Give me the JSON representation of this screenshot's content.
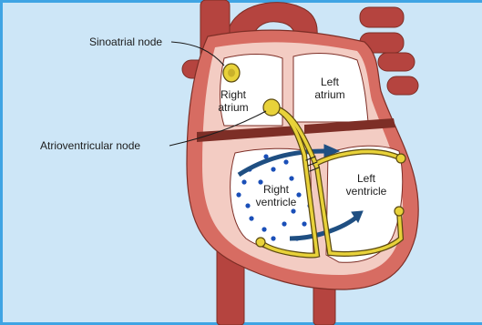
{
  "labels": {
    "sinoatrial_node": "Sinoatrial node",
    "atrioventricular_node": "Atrioventricular node",
    "right_atrium": [
      "Right",
      "atrium"
    ],
    "left_atrium": [
      "Left",
      "atrium"
    ],
    "right_ventricle": [
      "Right",
      "ventricle"
    ],
    "left_ventricle": [
      "Left",
      "ventricle"
    ]
  },
  "colors": {
    "background": "#cde6f7",
    "frame": "#3fa4e4",
    "vessel": "#b5443f",
    "muscle": "#d76c62",
    "chamber_wall": "#f3ccc3",
    "chamber_inner": "#ffffff",
    "septum": "#7d2e26",
    "conduction": "#e8d23a",
    "arrow": "#1f4f82",
    "dots": "#1a4fb8"
  },
  "icons": {
    "impulse_arrow": "arrow-icon",
    "conduction_pathway": "nerve-fiber",
    "blood_cells": "dot-pattern"
  }
}
